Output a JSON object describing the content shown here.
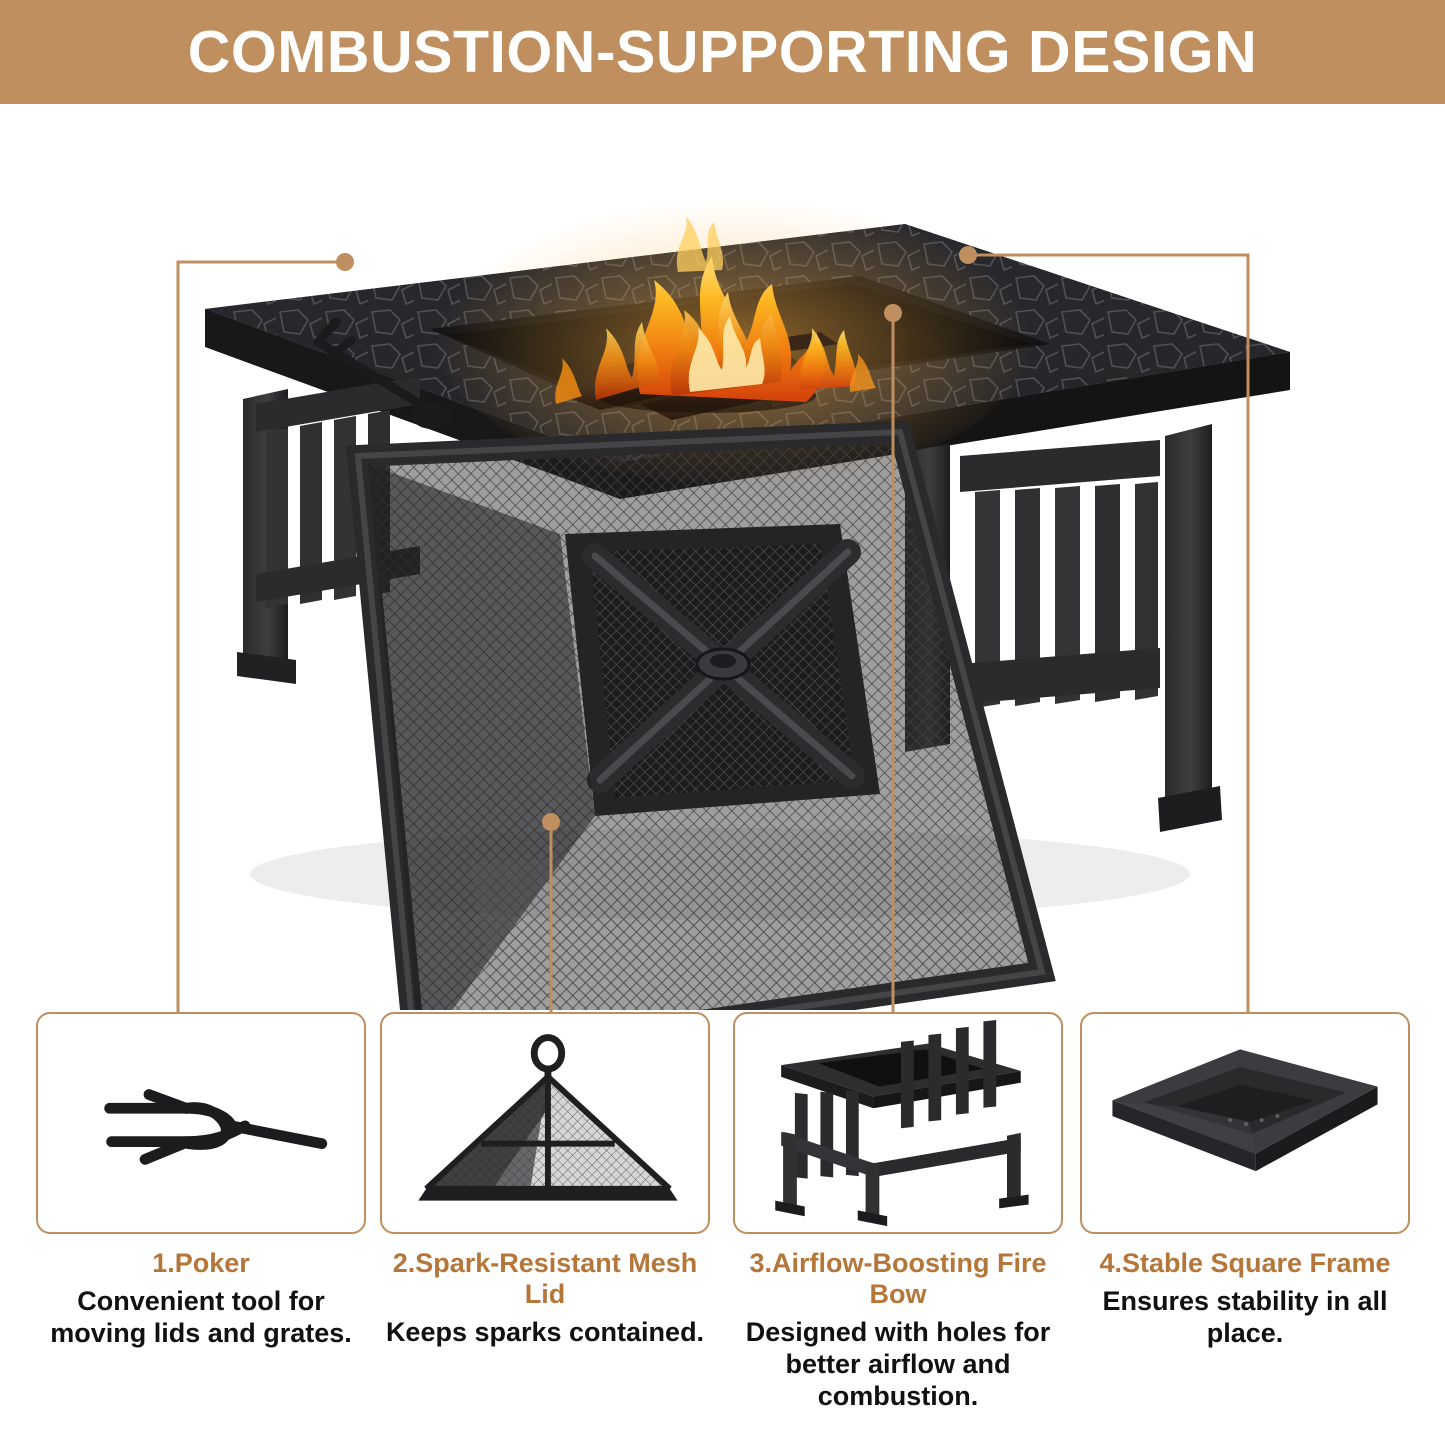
{
  "header": {
    "title": "COMBUSTION-SUPPORTING DESIGN",
    "background_color": "#c08f5f",
    "text_color": "#ffffff"
  },
  "hero": {
    "product_name": "square-fire-pit-table",
    "description": "Black steel square fire pit table with burning logs and flames, mesh spark lid leaning in front",
    "callout_dots": 4
  },
  "theme": {
    "accent": "#c08f5f",
    "title_color": "#b5763a",
    "body_text": "#111111",
    "metal_dark": "#2b2b2d",
    "metal_mid": "#4a4a4d",
    "flame_orange": "#f2921d",
    "flame_yellow": "#ffd24a",
    "flame_red": "#d8480f"
  },
  "cards": [
    {
      "id": "poker",
      "icon": "fire-poker-icon",
      "title": "1.Poker",
      "desc": "Convenient tool for moving lids and grates."
    },
    {
      "id": "mesh-lid",
      "icon": "mesh-lid-icon",
      "title": "2.Spark-Resistant Mesh Lid",
      "desc": "Keeps sparks contained."
    },
    {
      "id": "fire-bowl",
      "icon": "fire-bowl-frame-icon",
      "title": "3.Airflow-Boosting Fire Bow",
      "desc": "Designed with holes for better airflow and combustion."
    },
    {
      "id": "square-frame",
      "icon": "square-basin-icon",
      "title": "4.Stable Square Frame",
      "desc": "Ensures stability in all place."
    }
  ]
}
